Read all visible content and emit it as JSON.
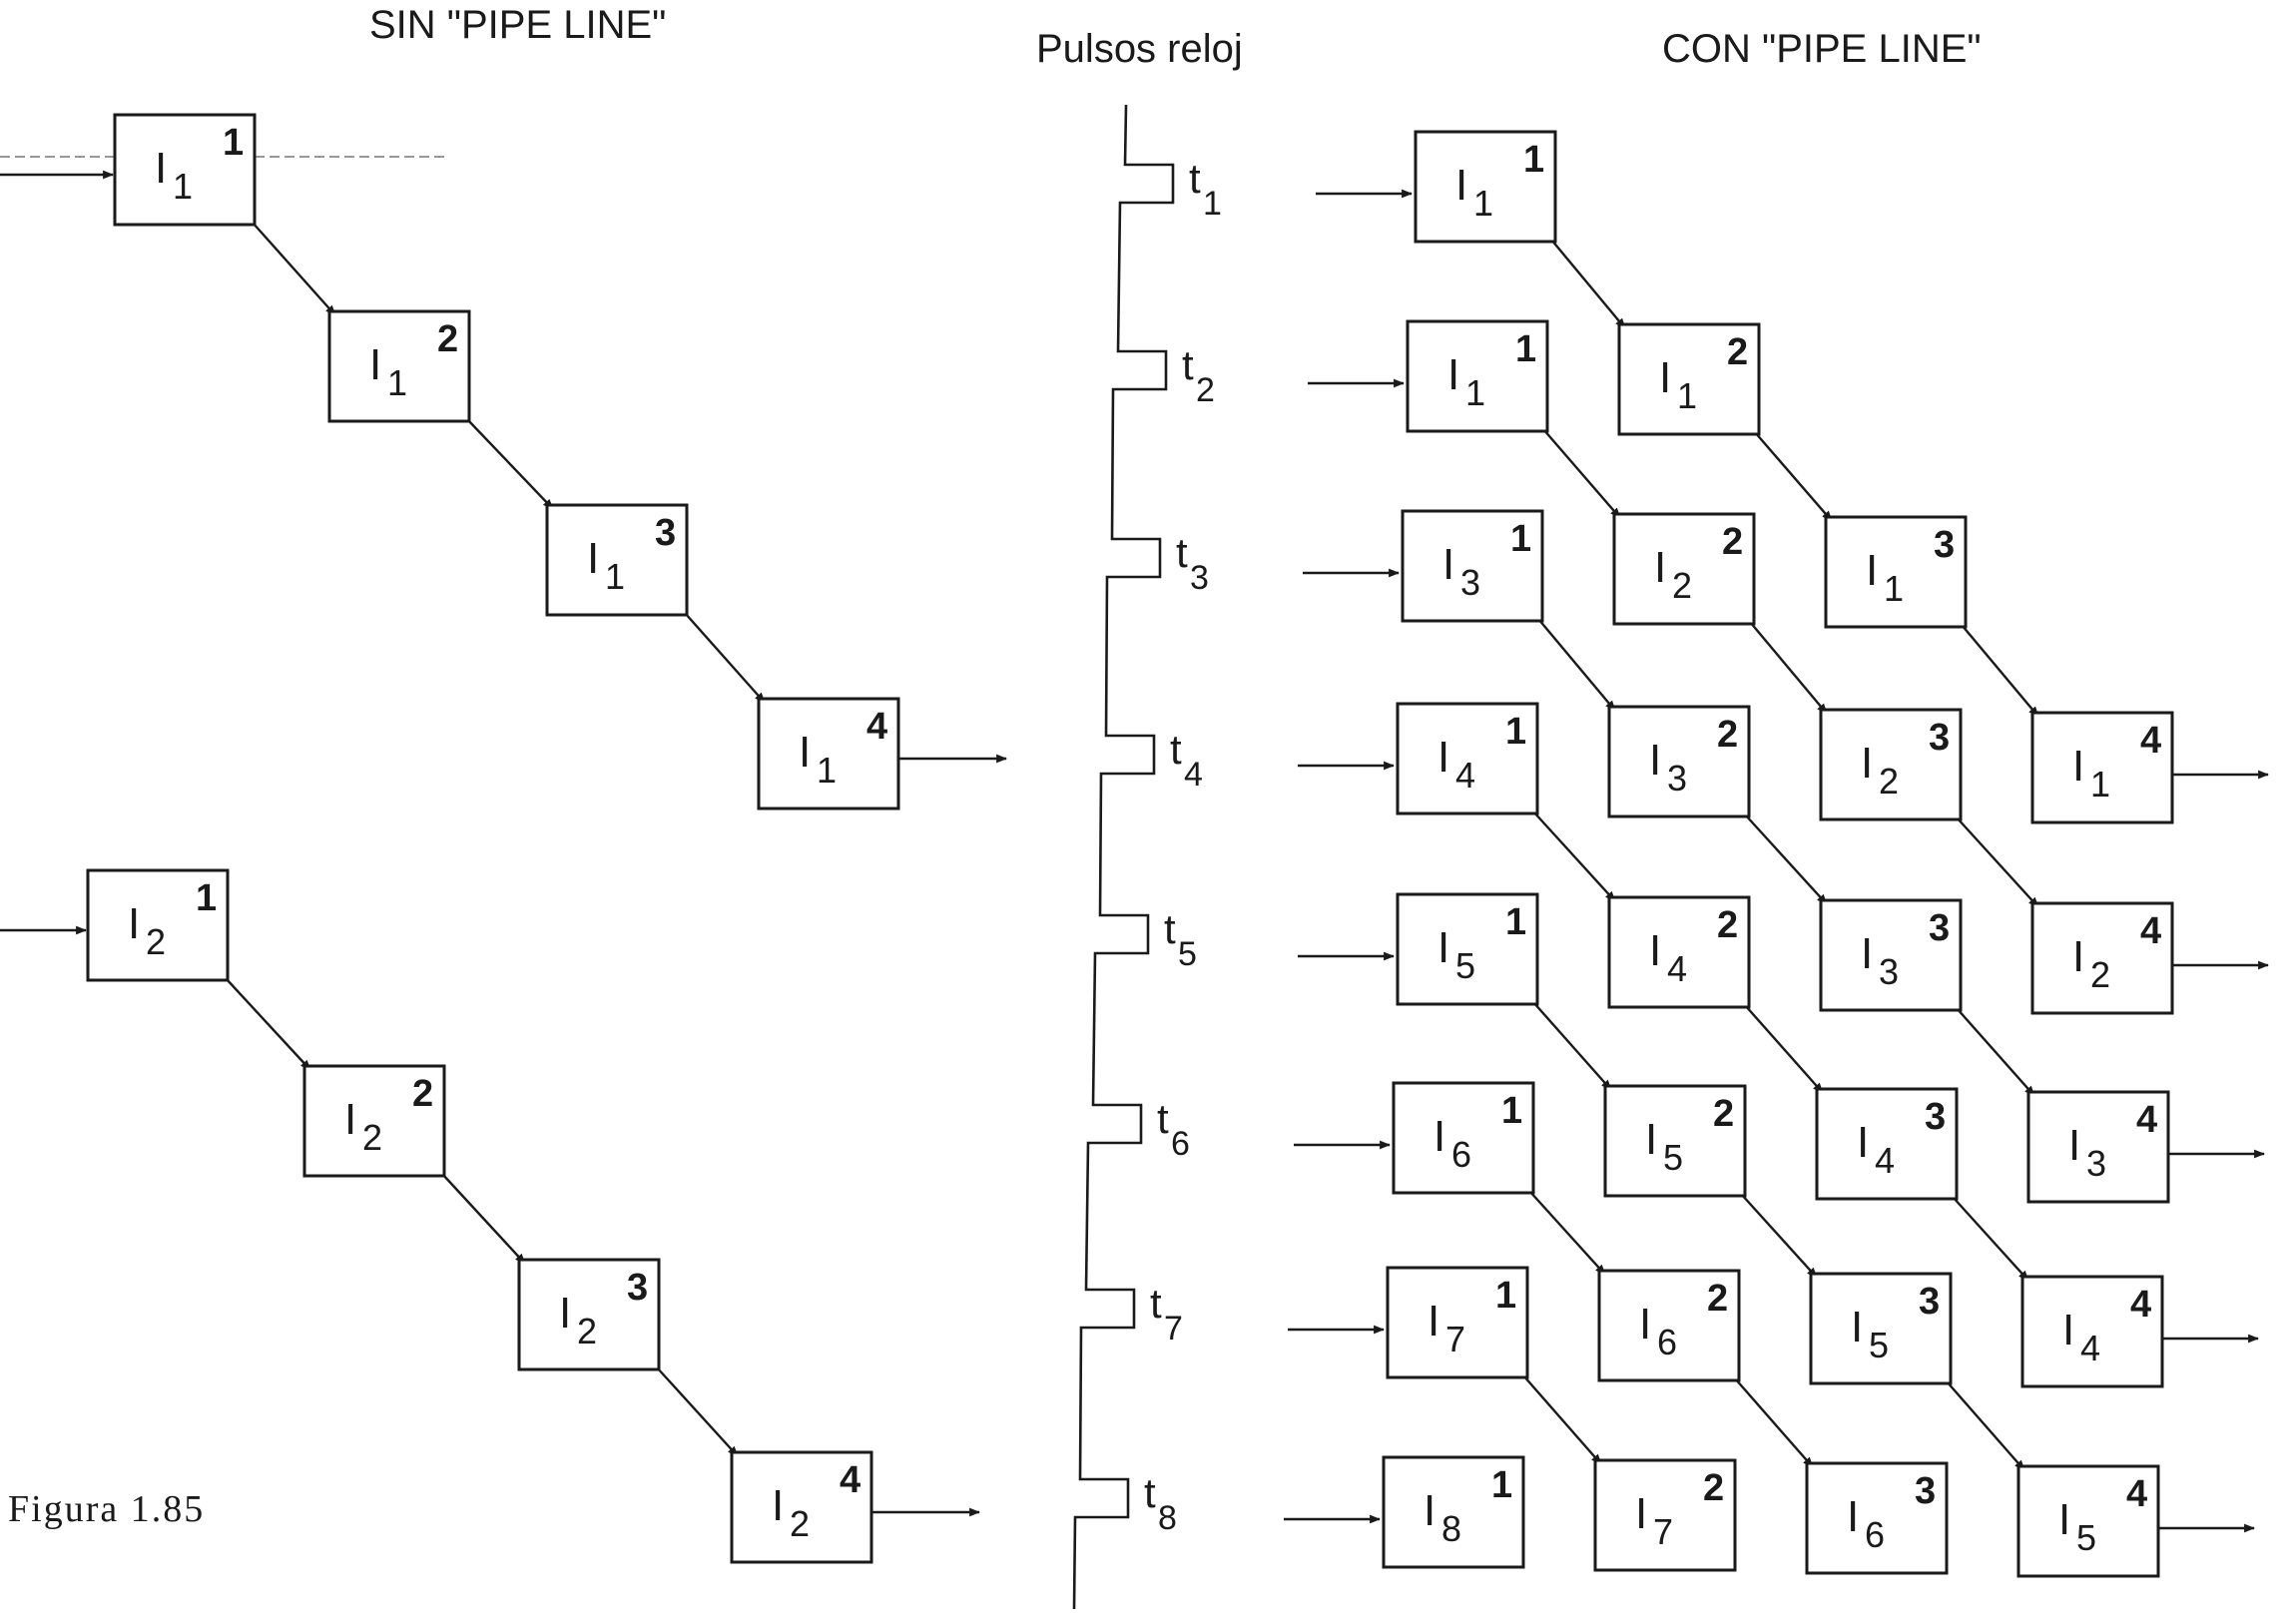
{
  "headers": {
    "left": "SIN \"PIPE LINE\"",
    "center": "Pulsos reloj",
    "right": "CON \"PIPE LINE\""
  },
  "caption": "Figura 1.85",
  "instruction_symbol": "I",
  "clock_symbol": "t",
  "clock_pulses": [
    "1",
    "2",
    "3",
    "4",
    "5",
    "6",
    "7",
    "8"
  ],
  "sin_pipeline": [
    {
      "instr": "1",
      "stage": "1"
    },
    {
      "instr": "1",
      "stage": "2"
    },
    {
      "instr": "1",
      "stage": "3"
    },
    {
      "instr": "1",
      "stage": "4"
    },
    {
      "instr": "2",
      "stage": "1"
    },
    {
      "instr": "2",
      "stage": "2"
    },
    {
      "instr": "2",
      "stage": "3"
    },
    {
      "instr": "2",
      "stage": "4"
    }
  ],
  "con_pipeline": [
    {
      "instr": "1",
      "stage": "1"
    },
    {
      "instr": "1",
      "stage": "1"
    },
    {
      "instr": "1",
      "stage": "2"
    },
    {
      "instr": "3",
      "stage": "1"
    },
    {
      "instr": "2",
      "stage": "2"
    },
    {
      "instr": "1",
      "stage": "3"
    },
    {
      "instr": "4",
      "stage": "1"
    },
    {
      "instr": "3",
      "stage": "2"
    },
    {
      "instr": "2",
      "stage": "3"
    },
    {
      "instr": "1",
      "stage": "4"
    },
    {
      "instr": "5",
      "stage": "1"
    },
    {
      "instr": "4",
      "stage": "2"
    },
    {
      "instr": "3",
      "stage": "3"
    },
    {
      "instr": "2",
      "stage": "4"
    },
    {
      "instr": "6",
      "stage": "1"
    },
    {
      "instr": "5",
      "stage": "2"
    },
    {
      "instr": "4",
      "stage": "3"
    },
    {
      "instr": "3",
      "stage": "4"
    },
    {
      "instr": "7",
      "stage": "1"
    },
    {
      "instr": "6",
      "stage": "2"
    },
    {
      "instr": "5",
      "stage": "3"
    },
    {
      "instr": "4",
      "stage": "4"
    },
    {
      "instr": "8",
      "stage": "1"
    },
    {
      "instr": "7",
      "stage": "2"
    },
    {
      "instr": "6",
      "stage": "3"
    },
    {
      "instr": "5",
      "stage": "4"
    }
  ]
}
